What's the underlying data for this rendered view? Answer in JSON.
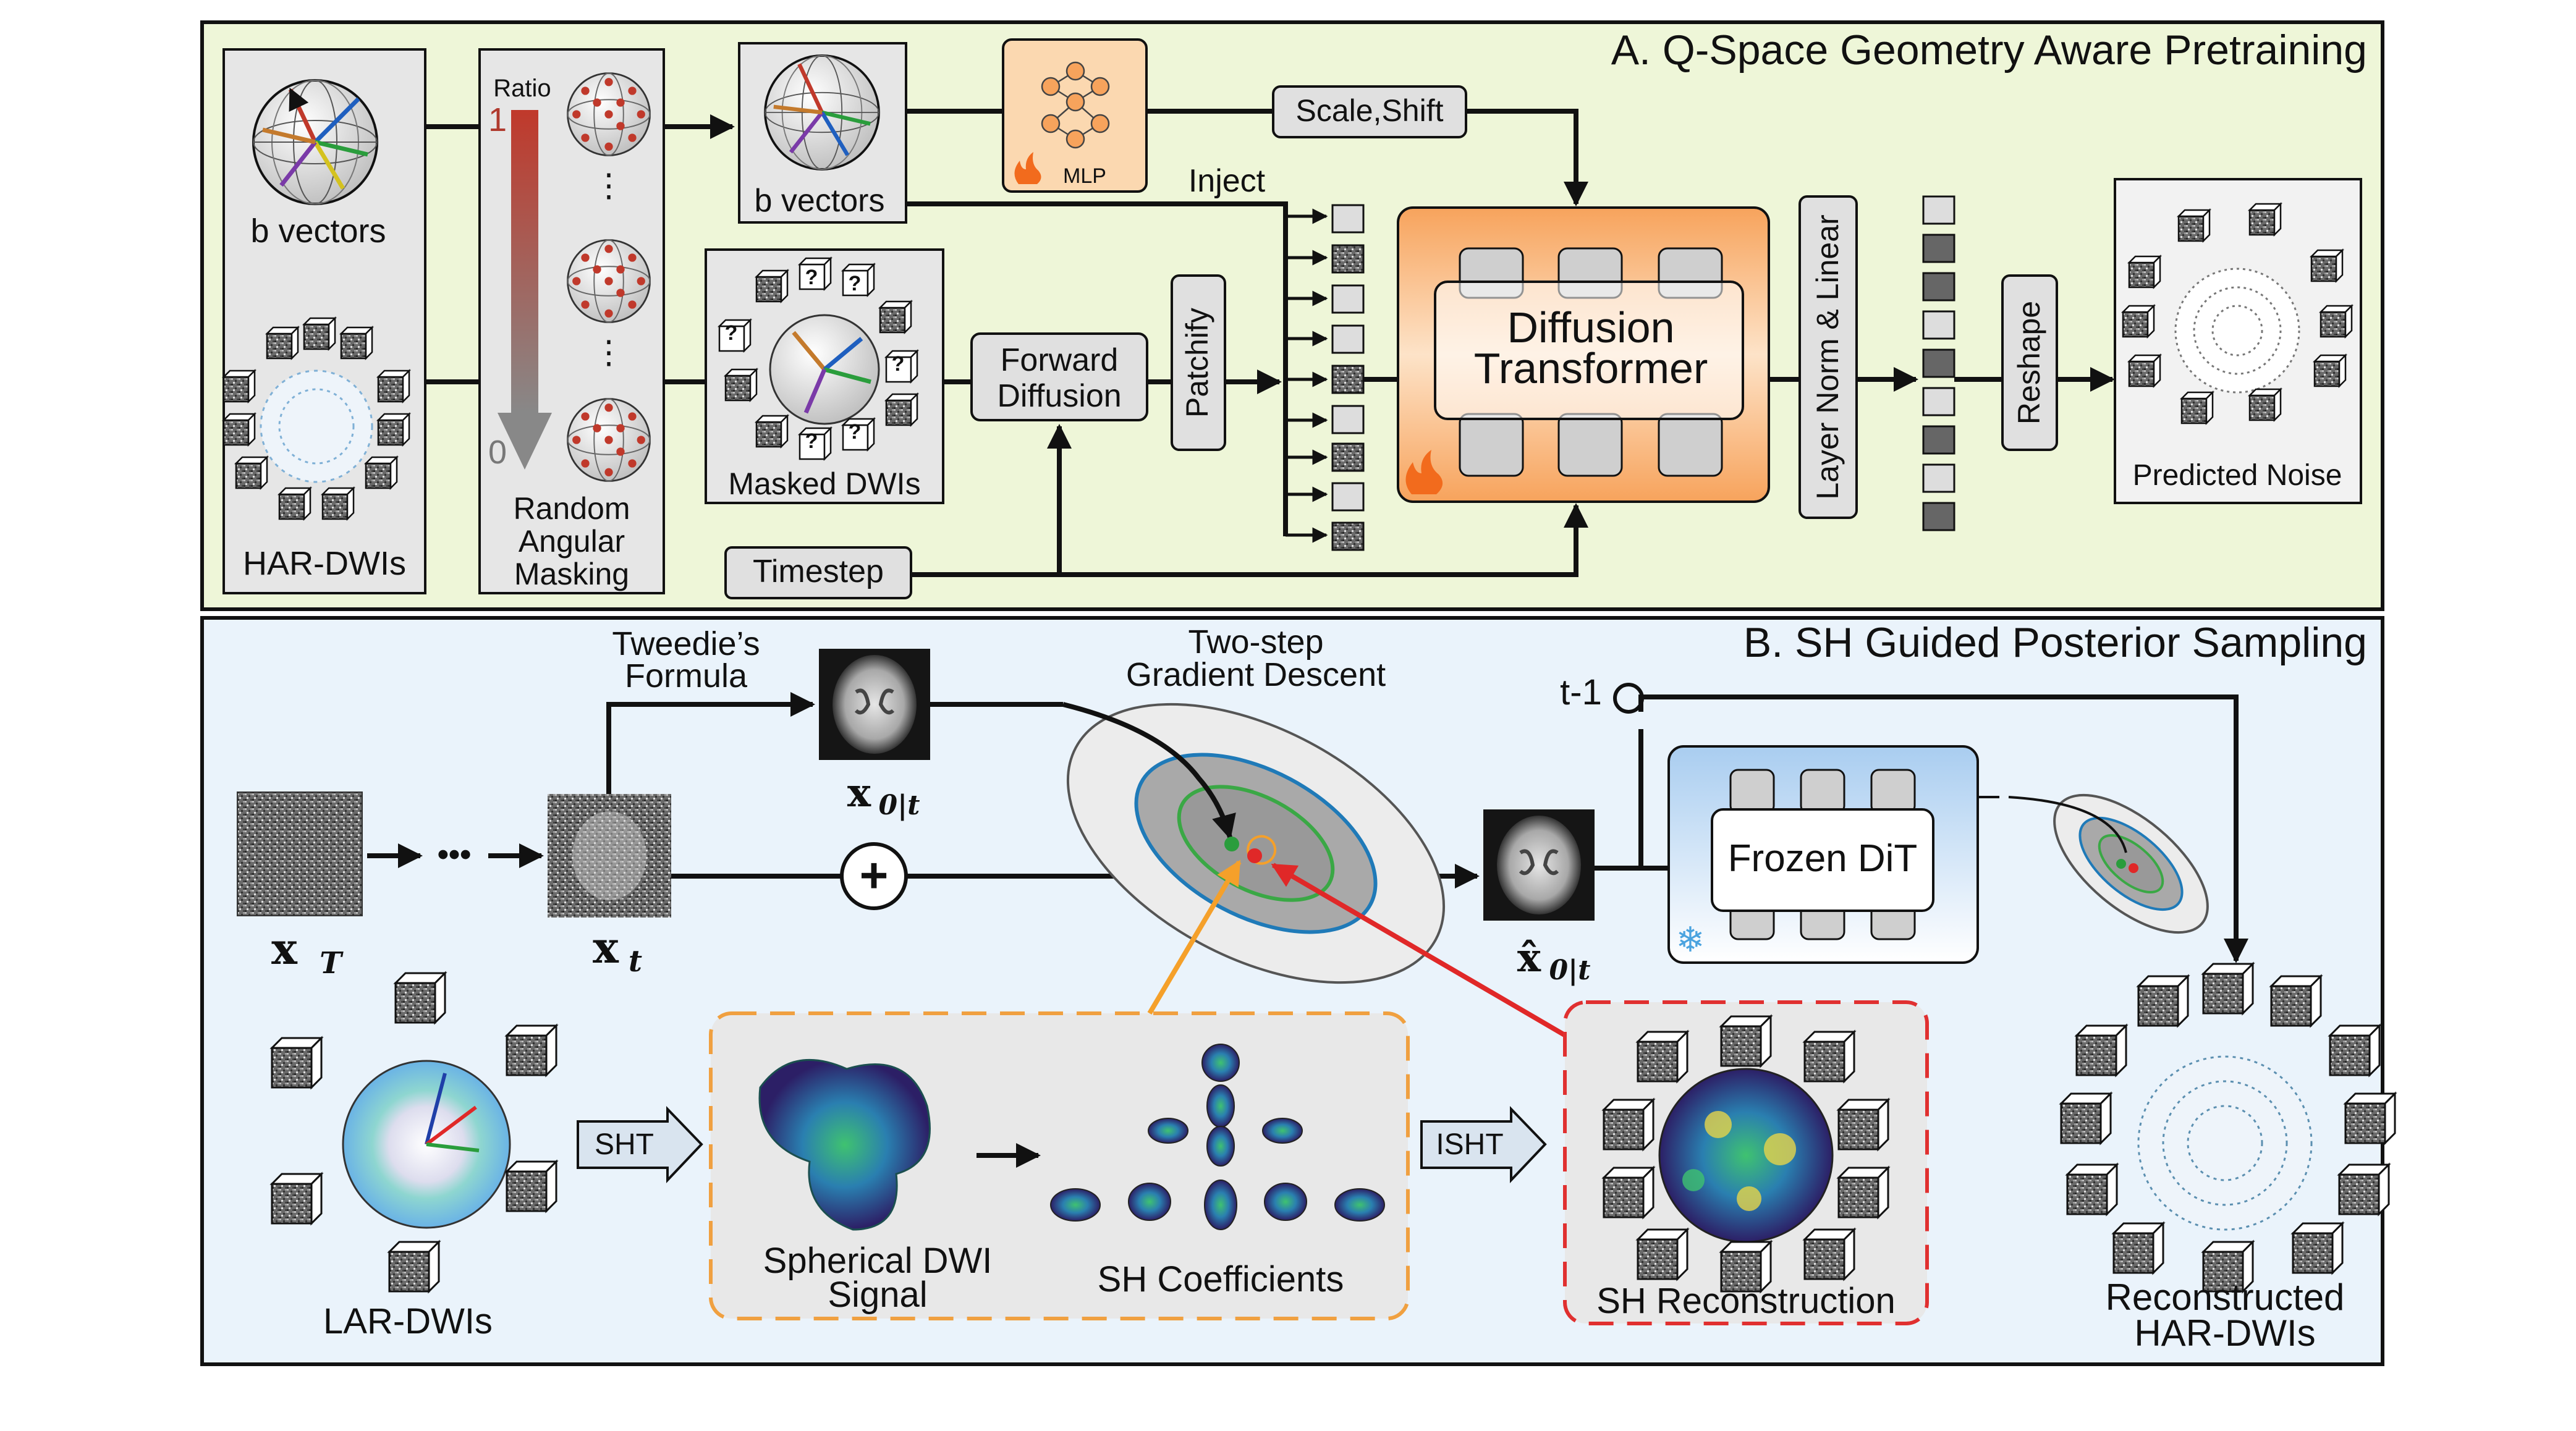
{
  "panel_a": {
    "title": "A. Q-Space Geometry Aware Pretraining",
    "b_vectors_label": "b vectors",
    "b_vectors_label_2": "b vectors",
    "har_dwis_label": "HAR-DWIs",
    "ratio_label": "Ratio",
    "ratio_high": "1",
    "ratio_low": "0",
    "ellipsis": "⋮",
    "masking_label": [
      "Random",
      "Angular",
      "Masking"
    ],
    "mlp_label": "MLP",
    "scale_shift_label": "Scale,Shift",
    "inject_label": "Inject",
    "masked_dwis_label": "Masked DWIs",
    "mask_mark": "?",
    "forward_diffusion_label": [
      "Forward",
      "Diffusion"
    ],
    "patchify_label": "Patchify",
    "timestep_label": "Timestep",
    "dit_label": [
      "Diffusion",
      "Transformer"
    ],
    "layer_norm_label": "Layer Norm & Linear",
    "reshape_label": "Reshape",
    "predicted_noise_label": "Predicted Noise"
  },
  "panel_b": {
    "title": "B. SH Guided Posterior Sampling",
    "tweedie_label": [
      "Tweedie’s",
      "Formula"
    ],
    "gd_label": [
      "Two-step",
      "Gradient Descent"
    ],
    "x0t_label": "x",
    "x0t_sub": "0|t",
    "xT_label": "x",
    "xT_sub": "T",
    "xt_label": "x",
    "xt_sub": "t",
    "xhat_label": "x̂",
    "xhat_sub": "0|t",
    "dots": "•••",
    "plus": "+",
    "t_minus_1": "t-1",
    "frozen_dit_label": "Frozen DiT",
    "lar_dwis_label": "LAR-DWIs",
    "sht_label": "SHT",
    "isht_label": "ISHT",
    "spherical_signal_label": [
      "Spherical DWI",
      "Signal"
    ],
    "sh_coefficients_label": "SH Coefficients",
    "sh_reconstruction_label": "SH Reconstruction",
    "reconstructed_label": [
      "Reconstructed",
      "HAR-DWIs"
    ]
  },
  "colors": {
    "panel_a_bg": "#eef6d8",
    "panel_b_bg": "#eaf3fb",
    "fire_orange": "#f7a35c",
    "guide_orange": "#f5a02a",
    "guide_red": "#e02828",
    "dashed_orange": "#f0a040",
    "dashed_red": "#e03030",
    "ellipse_blue": "#1f7ab8",
    "ellipse_green": "#3aa845"
  }
}
